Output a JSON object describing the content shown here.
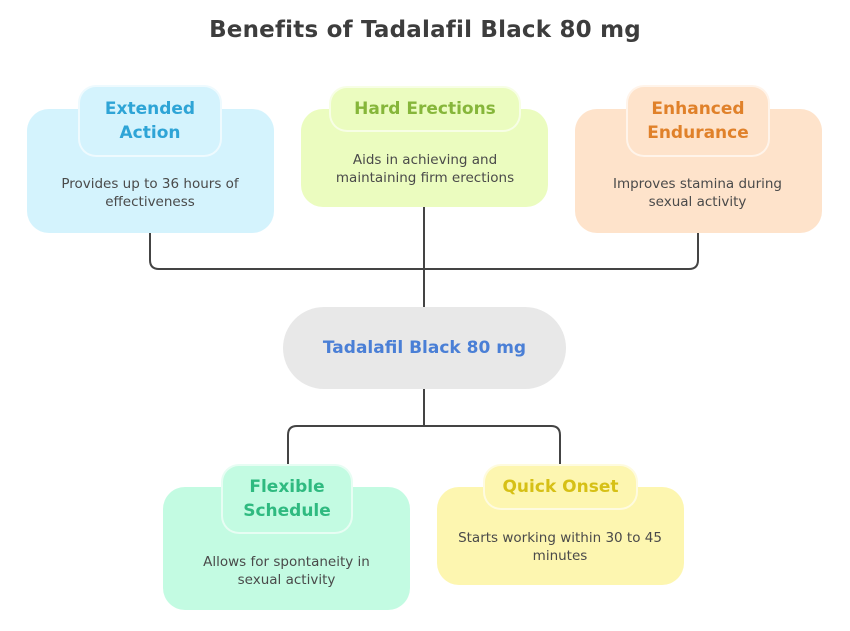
{
  "title": "Benefits of Tadalafil Black 80 mg",
  "center": {
    "label": "Tadalafil Black 80 mg",
    "color": "#4a7fd6"
  },
  "nodes": [
    {
      "title": "Extended Action",
      "title_lines": [
        "Extended",
        "Action"
      ],
      "desc": "Provides up to 36 hours of effectiveness",
      "bg": "#d4f3fd",
      "tab_bg": "#d4f3fd",
      "text_color": "#2ea4d6"
    },
    {
      "title": "Hard Erections",
      "title_lines": [
        "Hard Erections"
      ],
      "desc": "Aids in achieving and maintaining firm erections",
      "bg": "#ebfcbf",
      "tab_bg": "#ebfcbf",
      "text_color": "#86b63a"
    },
    {
      "title": "Enhanced Endurance",
      "title_lines": [
        "Enhanced",
        "Endurance"
      ],
      "desc": "Improves stamina during sexual activity",
      "bg": "#fee3cb",
      "tab_bg": "#fee3cb",
      "text_color": "#e0812a"
    },
    {
      "title": "Flexible Schedule",
      "title_lines": [
        "Flexible",
        "Schedule"
      ],
      "desc": "Allows for spontaneity in sexual activity",
      "bg": "#c3fbe2",
      "tab_bg": "#c3fbe2",
      "text_color": "#2fba80"
    },
    {
      "title": "Quick Onset",
      "title_lines": [
        "Quick Onset"
      ],
      "desc": "Starts working within 30 to 45 minutes",
      "bg": "#fdf6b0",
      "tab_bg": "#fdf6b0",
      "text_color": "#d6c016"
    }
  ]
}
